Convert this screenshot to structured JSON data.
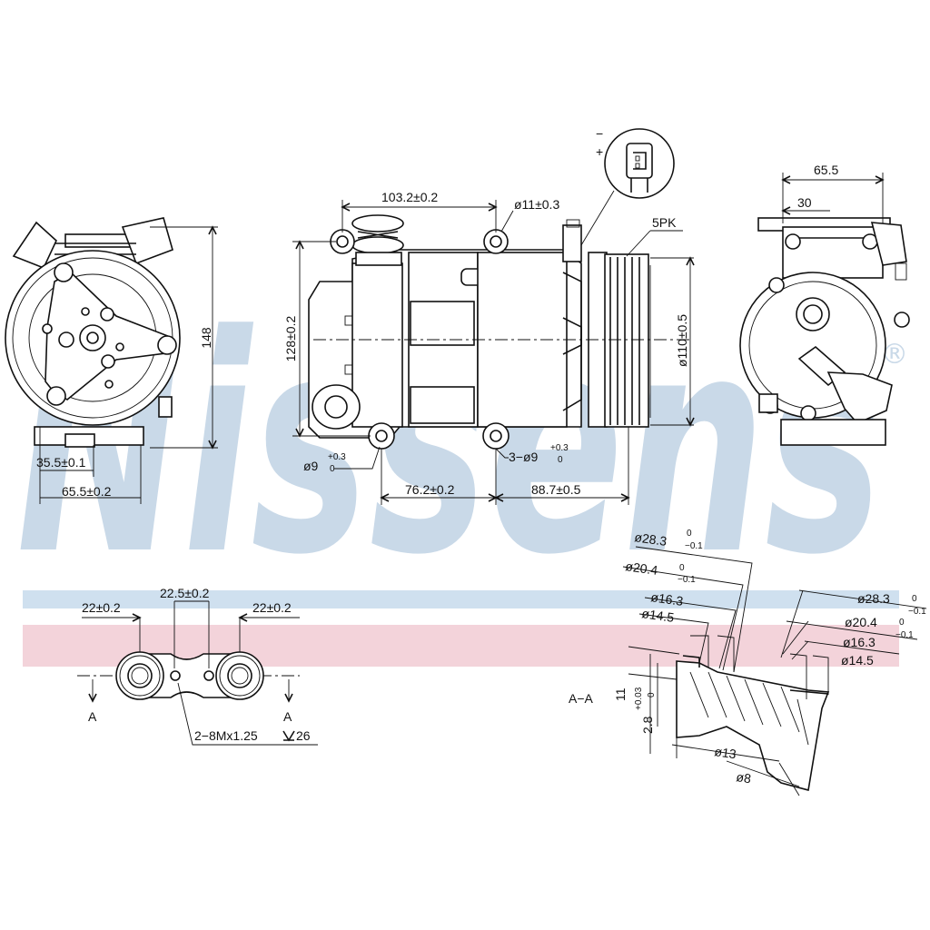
{
  "brand": {
    "watermark": "Nissens",
    "registered_mark": "®",
    "colors": {
      "watermark_blue": "#c9d9e8",
      "stripe_blue": "#cfe0ef",
      "stripe_pink": "#f3d3da",
      "line": "#111111"
    }
  },
  "left_view": {
    "dim_height": "148",
    "dim_width_a": "35.5±0.1",
    "dim_width_b": "65.5±0.2"
  },
  "center_view": {
    "dim_top": "103.2±0.2",
    "dim_top_hole": "ø11±0.3",
    "dim_height": "128±0.2",
    "dim_pulley": "ø110±0.5",
    "belt": "5PK",
    "hole_a": "ø9",
    "hole_a_tol_upper": "+0.3",
    "hole_a_tol_lower": "0",
    "hole_b": "3−ø9",
    "hole_b_tol_upper": "+0.3",
    "hole_b_tol_lower": "0",
    "dim_bottom_a": "76.2±0.2",
    "dim_bottom_b": "88.7±0.5",
    "connector_plus": "+",
    "connector_minus": "−"
  },
  "right_view": {
    "dim_top": "65.5",
    "dim_inner": "30"
  },
  "port_view": {
    "dim_center": "22.5±0.2",
    "dim_left": "22±0.2",
    "dim_right": "22±0.2",
    "thread": "2−8Mx1.25",
    "thread_depth": "26",
    "section_left": "A",
    "section_right": "A"
  },
  "section_view": {
    "label": "A−A",
    "left_d1": "ø28.3",
    "left_d1_tol_upper": "0",
    "left_d1_tol_lower": "−0.1",
    "left_d2": "ø20.4",
    "left_d2_tol_upper": "0",
    "left_d2_tol_lower": "−0.1",
    "left_d3": "ø16.3",
    "left_d4": "ø14.5",
    "right_d1": "ø28.3",
    "right_d1_tol_upper": "0",
    "right_d1_tol_lower": "−0.1",
    "right_d2": "ø20.4",
    "right_d2_tol_upper": "0",
    "right_d2_tol_lower": "−0.1",
    "right_d3": "ø16.3",
    "right_d4": "ø14.5",
    "dim_depth": "11",
    "dim_step": "2.8",
    "dim_step_tol_upper": "+0.03",
    "dim_step_tol_lower": "0",
    "dim_bore_a": "ø13",
    "dim_bore_b": "ø8"
  }
}
